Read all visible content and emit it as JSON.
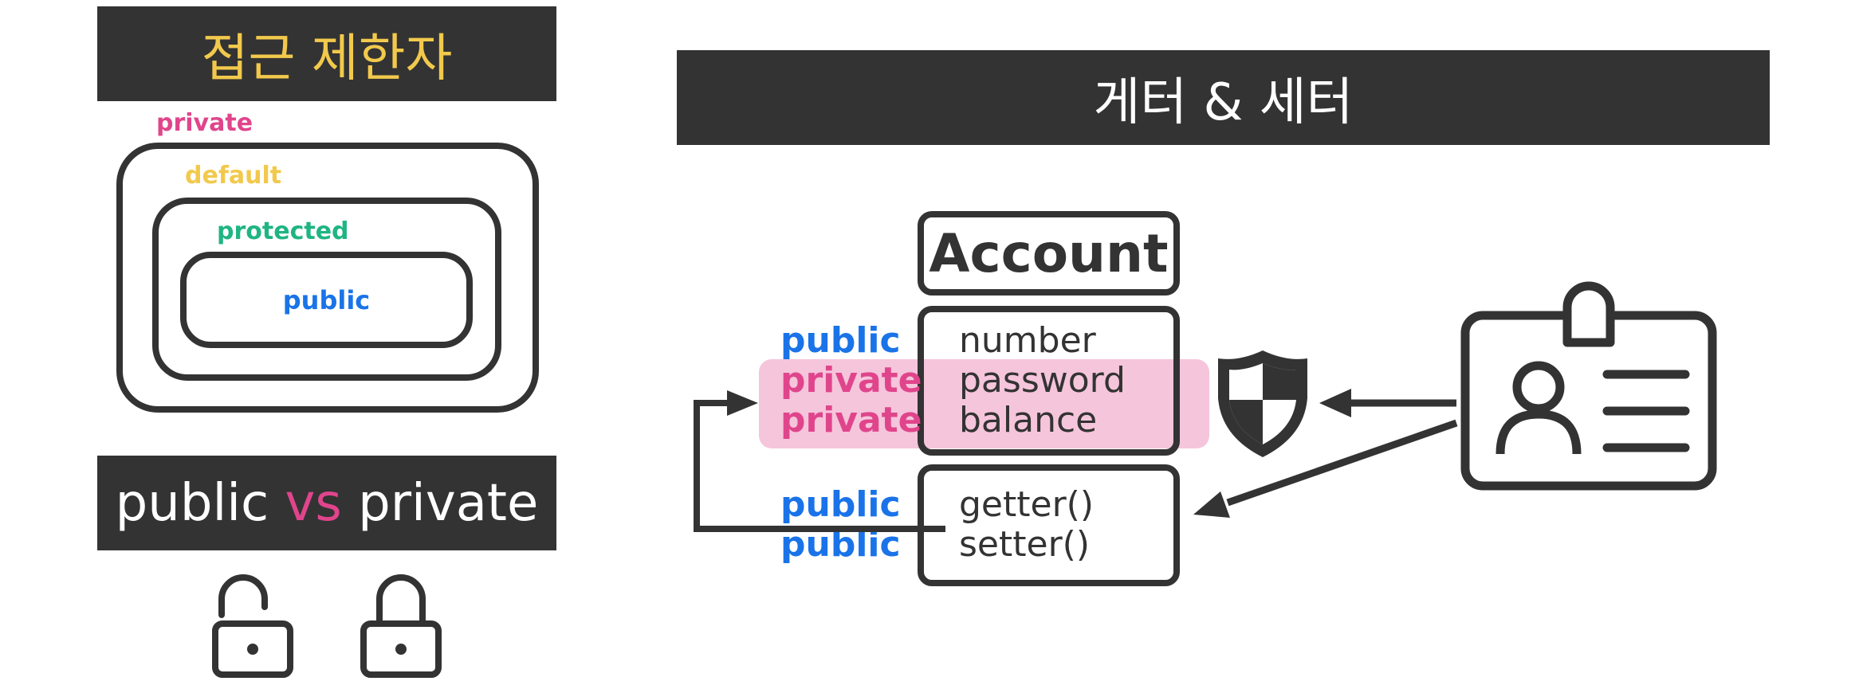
{
  "access_modifiers": {
    "title": "접근 제한자",
    "levels": [
      "private",
      "default",
      "protected",
      "public"
    ]
  },
  "public_vs_private": {
    "left": "public",
    "vs": "vs",
    "right": "private"
  },
  "getter_setter": {
    "title": "게터 & 세터",
    "class_name": "Account",
    "fields": [
      {
        "modifier": "public",
        "name": "number"
      },
      {
        "modifier": "private",
        "name": "password"
      },
      {
        "modifier": "private",
        "name": "balance"
      }
    ],
    "methods": [
      {
        "modifier": "public",
        "name": "getter()"
      },
      {
        "modifier": "public",
        "name": "setter()"
      }
    ]
  },
  "colors": {
    "banner_bg": "#333333",
    "title_yellow": "#f2c94c",
    "private_pink": "#e0458c",
    "default_yellow": "#f2c94c",
    "protected_green": "#1fb583",
    "public_blue": "#1a73e8",
    "highlight_pink": "#f5c2d9"
  },
  "icons": [
    "unlocked-padlock-icon",
    "locked-padlock-icon",
    "shield-icon",
    "id-card-icon"
  ]
}
